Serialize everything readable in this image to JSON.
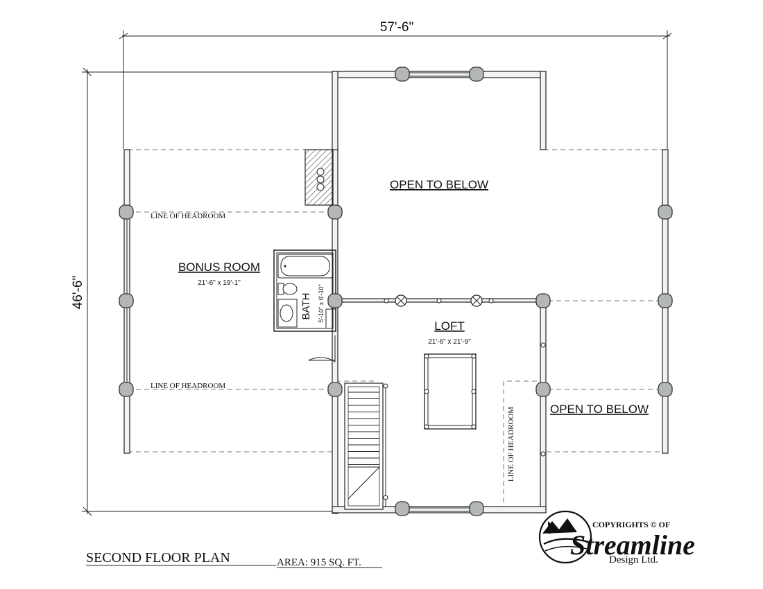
{
  "dimensions": {
    "width": "57'-6\"",
    "depth": "46'-6\""
  },
  "rooms": {
    "open_to_below_top": "OPEN TO BELOW",
    "open_to_below_right": "OPEN TO BELOW",
    "bonus_room": {
      "name": "BONUS ROOM",
      "size": "21'-6\" x 19'-1\""
    },
    "loft": {
      "name": "LOFT",
      "size": "21'-6\" x 21'-9\""
    },
    "bath": {
      "name": "BATH",
      "size": "5'-10\" x 6'-10\""
    }
  },
  "notes": {
    "headroom_upper": "LINE OF HEADROOM",
    "headroom_lower": "LINE OF HEADROOM",
    "headroom_loft": "LINE OF HEADROOM"
  },
  "title": {
    "plan": "SECOND FLOOR PLAN",
    "area": "AREA: 915 SQ. FT."
  },
  "logo": {
    "copyright": "COPYRIGHTS © OF",
    "brand": "Streamline",
    "sub": "Design Ltd."
  },
  "colors": {
    "post": "#b3b8b5",
    "wall": "#f2f2f2",
    "hatch": "#444444"
  }
}
